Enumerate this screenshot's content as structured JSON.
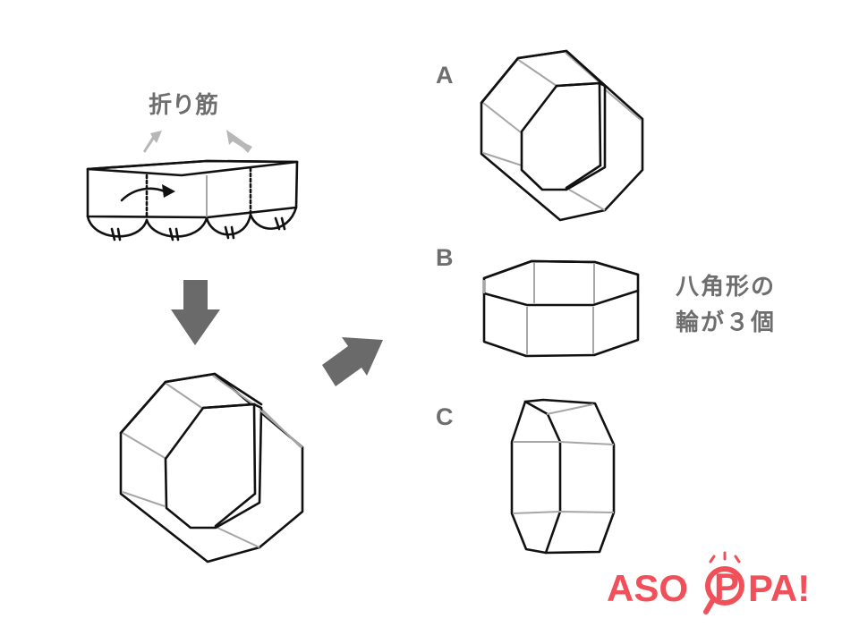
{
  "labels": {
    "crease": "折り筋",
    "option_a": "A",
    "option_b": "B",
    "option_c": "C",
    "note_line1": "八角形の",
    "note_line2": "輪が３個"
  },
  "logo": {
    "text_left": "ASO",
    "text_center": "P",
    "text_right": "PA!"
  },
  "colors": {
    "label_gray": "#6e6e6e",
    "arrow_gray": "#6a6a6a",
    "light_arrow_gray": "#b7b7b7",
    "outline": "#111111",
    "fold_line": "#a6a6a6",
    "logo_red": "#f0505a"
  }
}
